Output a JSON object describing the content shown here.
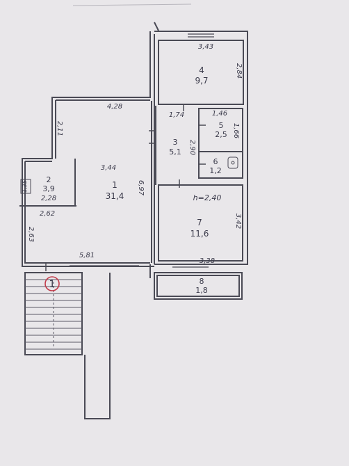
{
  "plan": {
    "ceiling_height": "h=2,40",
    "entrance_marker": "1",
    "rooms": [
      {
        "number": "1",
        "area": "31,4"
      },
      {
        "number": "2",
        "area": "3,9"
      },
      {
        "number": "3",
        "area": "5,1"
      },
      {
        "number": "4",
        "area": "9,7"
      },
      {
        "number": "5",
        "area": "2,5"
      },
      {
        "number": "6",
        "area": "1,2"
      },
      {
        "number": "7",
        "area": "11,6"
      },
      {
        "number": "8",
        "area": "1,8"
      }
    ],
    "dimensions": {
      "r4_width": "3,43",
      "r4_height": "2,84",
      "r1_top": "4,28",
      "r1_upper_wall": "2,11",
      "r1_inner": "3,44",
      "r1_height": "6,97",
      "r1_bottom": "5,81",
      "r3_width": "1,74",
      "r3_height": "2,90",
      "r5_width": "1,46",
      "r5_height": "1,66",
      "r2_width": "2,28",
      "r2_lower": "2,62",
      "r2_small": "1,35",
      "left_wall": "2,63",
      "r7_height": "3,42",
      "r7_width": "3,38"
    }
  }
}
